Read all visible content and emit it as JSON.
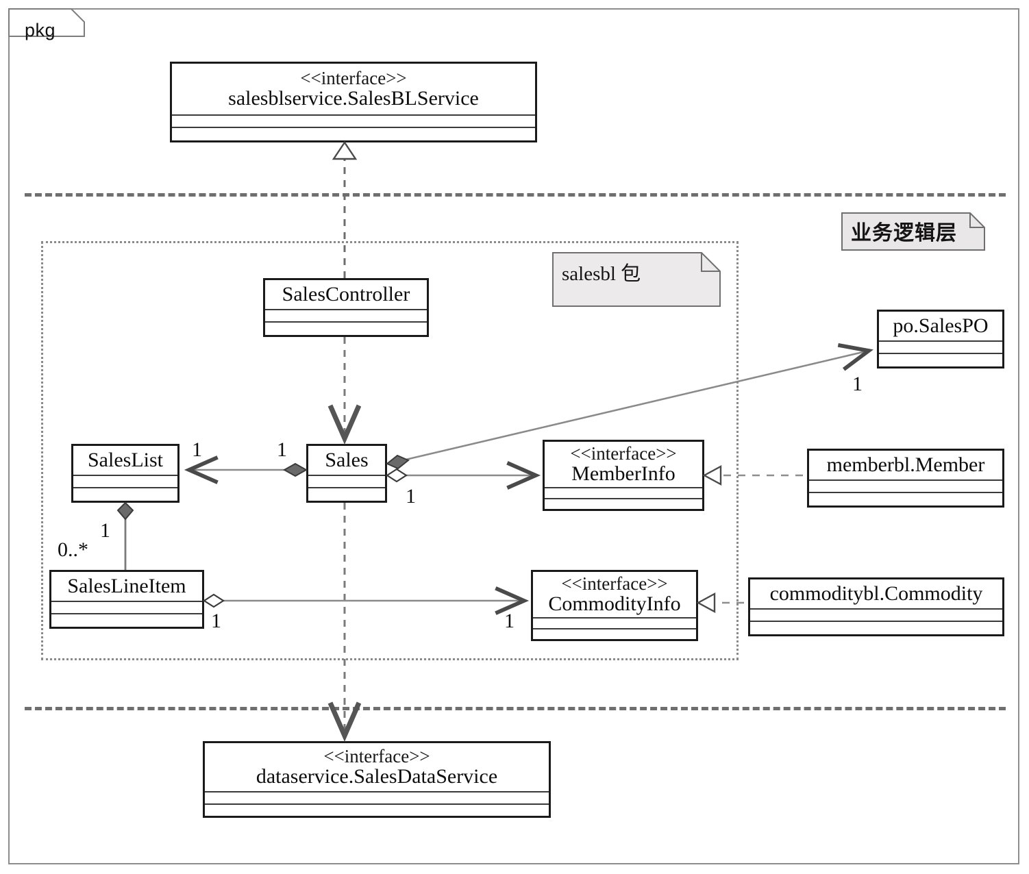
{
  "frame": {
    "label": "pkg"
  },
  "notes": [
    {
      "id": "note-salesbl",
      "text": "salesbl 包"
    },
    {
      "id": "note-layer",
      "text": "业务逻辑层"
    }
  ],
  "classes": [
    {
      "id": "salesblservice",
      "stereotype": "<<interface>>",
      "name": "salesblservice.SalesBLService"
    },
    {
      "id": "salescontroller",
      "stereotype": "",
      "name": "SalesController"
    },
    {
      "id": "saleslist",
      "stereotype": "",
      "name": "SalesList"
    },
    {
      "id": "sales",
      "stereotype": "",
      "name": "Sales"
    },
    {
      "id": "saleslineitem",
      "stereotype": "",
      "name": "SalesLineItem"
    },
    {
      "id": "memberinfo",
      "stereotype": "<<interface>>",
      "name": "MemberInfo"
    },
    {
      "id": "commodityinfo",
      "stereotype": "<<interface>>",
      "name": "CommodityInfo"
    },
    {
      "id": "salespo",
      "stereotype": "",
      "name": "po.SalesPO"
    },
    {
      "id": "member",
      "stereotype": "",
      "name": "memberbl.Member"
    },
    {
      "id": "commodity",
      "stereotype": "",
      "name": "commoditybl.Commodity"
    },
    {
      "id": "salesdataservice",
      "stereotype": "<<interface>>",
      "name": "dataservice.SalesDataService"
    }
  ],
  "multiplicities": {
    "saleslist_from_sales": "1",
    "sales_to_saleslist": "1",
    "sales_to_salespo": "1",
    "sales_to_memberinfo": "1",
    "saleslist_to_lineitem": "1",
    "lineitem_from_saleslist": "0..*",
    "lineitem_to_commodityinfo": "1",
    "commodityinfo_from_lineitem": "1"
  },
  "chart_data": {
    "type": "diagram",
    "title": "salesbl package UML class diagram",
    "relations": [
      {
        "from": "salescontroller",
        "to": "salesblservice",
        "type": "realization"
      },
      {
        "from": "salescontroller",
        "to": "salesdataservice",
        "type": "dependency"
      },
      {
        "from": "sales",
        "to": "saleslist",
        "type": "composition",
        "source_mult": "1",
        "target_mult": "1"
      },
      {
        "from": "sales",
        "to": "salespo",
        "type": "composition",
        "target_mult": "1"
      },
      {
        "from": "sales",
        "to": "memberinfo",
        "type": "aggregation",
        "source_mult": "1"
      },
      {
        "from": "saleslist",
        "to": "saleslineitem",
        "type": "composition",
        "source_mult": "1",
        "target_mult": "0..*"
      },
      {
        "from": "saleslineitem",
        "to": "commodityinfo",
        "type": "aggregation",
        "source_mult": "1",
        "target_mult": "1"
      },
      {
        "from": "member",
        "to": "memberinfo",
        "type": "realization"
      },
      {
        "from": "commodity",
        "to": "commodityinfo",
        "type": "realization"
      }
    ]
  }
}
